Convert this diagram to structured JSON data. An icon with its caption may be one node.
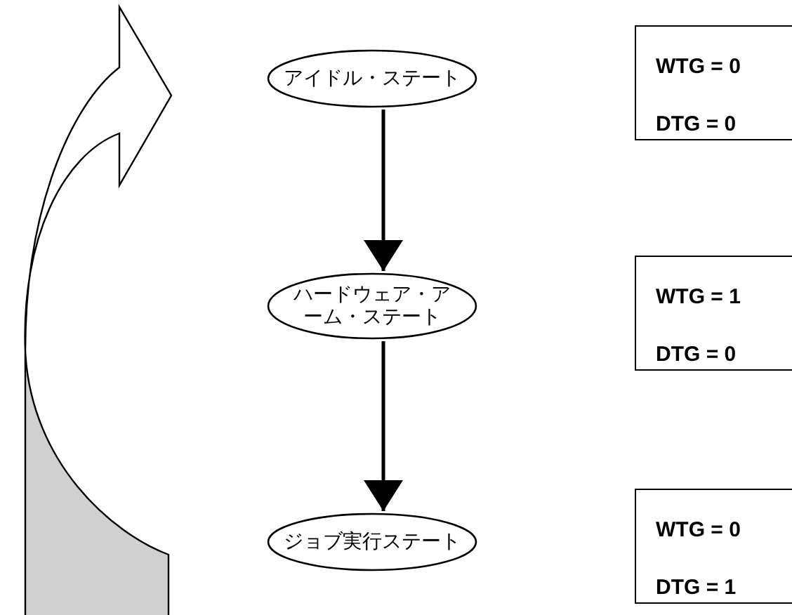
{
  "diagram": {
    "nodes": [
      {
        "text": [
          "アイドル・ステート"
        ]
      },
      {
        "text": [
          "WTG = 0",
          "DTG = 0"
        ]
      },
      {
        "text": [
          "ハードウェア・アーム・ステート"
        ]
      },
      {
        "text": [
          "WTG = 1",
          "DTG = 0"
        ]
      },
      {
        "text": [
          "ジョブ実行ステート"
        ]
      },
      {
        "text": [
          "WTG = 0",
          "DTG = 1"
        ]
      }
    ],
    "edges": [
      {
        "from": 0,
        "to": 2,
        "arrow": "to"
      },
      {
        "from": 2,
        "to": 4,
        "arrow": "to"
      }
    ]
  }
}
